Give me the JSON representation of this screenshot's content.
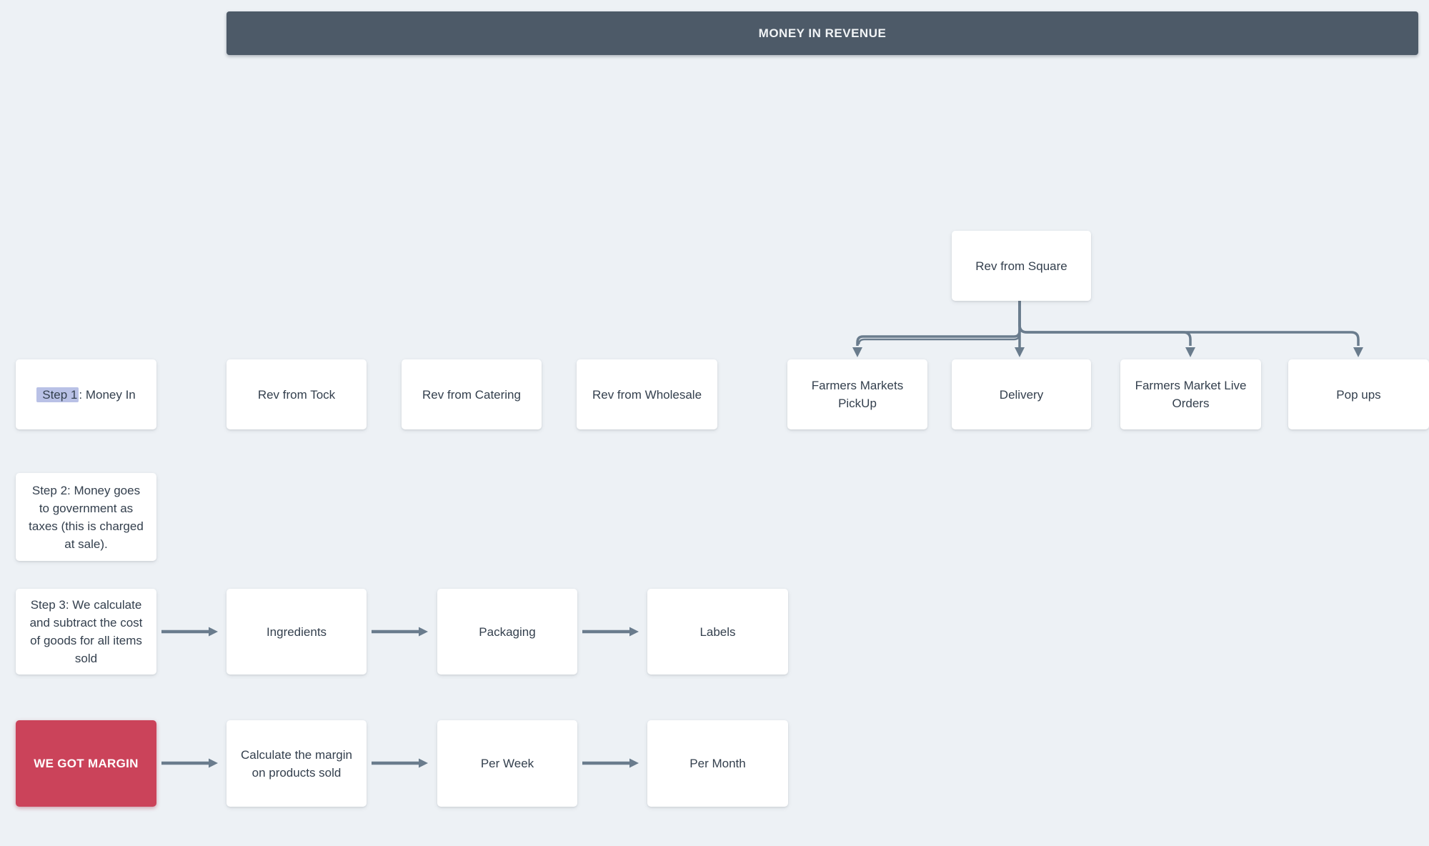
{
  "header": {
    "title": "MONEY IN REVENUE"
  },
  "nodes": {
    "rev_square": {
      "label": "Rev from Square"
    },
    "step1": {
      "highlight": "Step 1",
      "rest": ": Money In"
    },
    "rev_tock": {
      "label": "Rev from Tock"
    },
    "rev_catering": {
      "label": "Rev from Catering"
    },
    "rev_wholesale": {
      "label": "Rev from Wholesale"
    },
    "farmers_pickup": {
      "label": "Farmers Markets\nPickUp"
    },
    "delivery": {
      "label": "Delivery"
    },
    "farmers_live": {
      "label": "Farmers Market Live\nOrders"
    },
    "pop_ups": {
      "label": "Pop ups"
    },
    "step2": {
      "label": "Step 2: Money goes\nto government as\ntaxes (this is charged\nat sale)."
    },
    "step3": {
      "label": "Step 3: We calculate\nand subtract the cost\nof goods for all items\nsold"
    },
    "ingredients": {
      "label": "Ingredients"
    },
    "packaging": {
      "label": "Packaging"
    },
    "labels": {
      "label": "Labels"
    },
    "we_got_margin": {
      "label": "WE GOT MARGIN"
    },
    "calc_margin": {
      "label": "Calculate the margin\non products sold"
    },
    "per_week": {
      "label": "Per Week"
    },
    "per_month": {
      "label": "Per Month"
    }
  },
  "colors": {
    "background": "#edf1f5",
    "header_bg": "#4d5a68",
    "header_text": "#f1f4f6",
    "node_bg": "#ffffff",
    "node_text": "#333f4d",
    "accent_red": "#cb435a",
    "connector": "#6a7c8d",
    "step1_highlight": "#b9c1e6"
  }
}
